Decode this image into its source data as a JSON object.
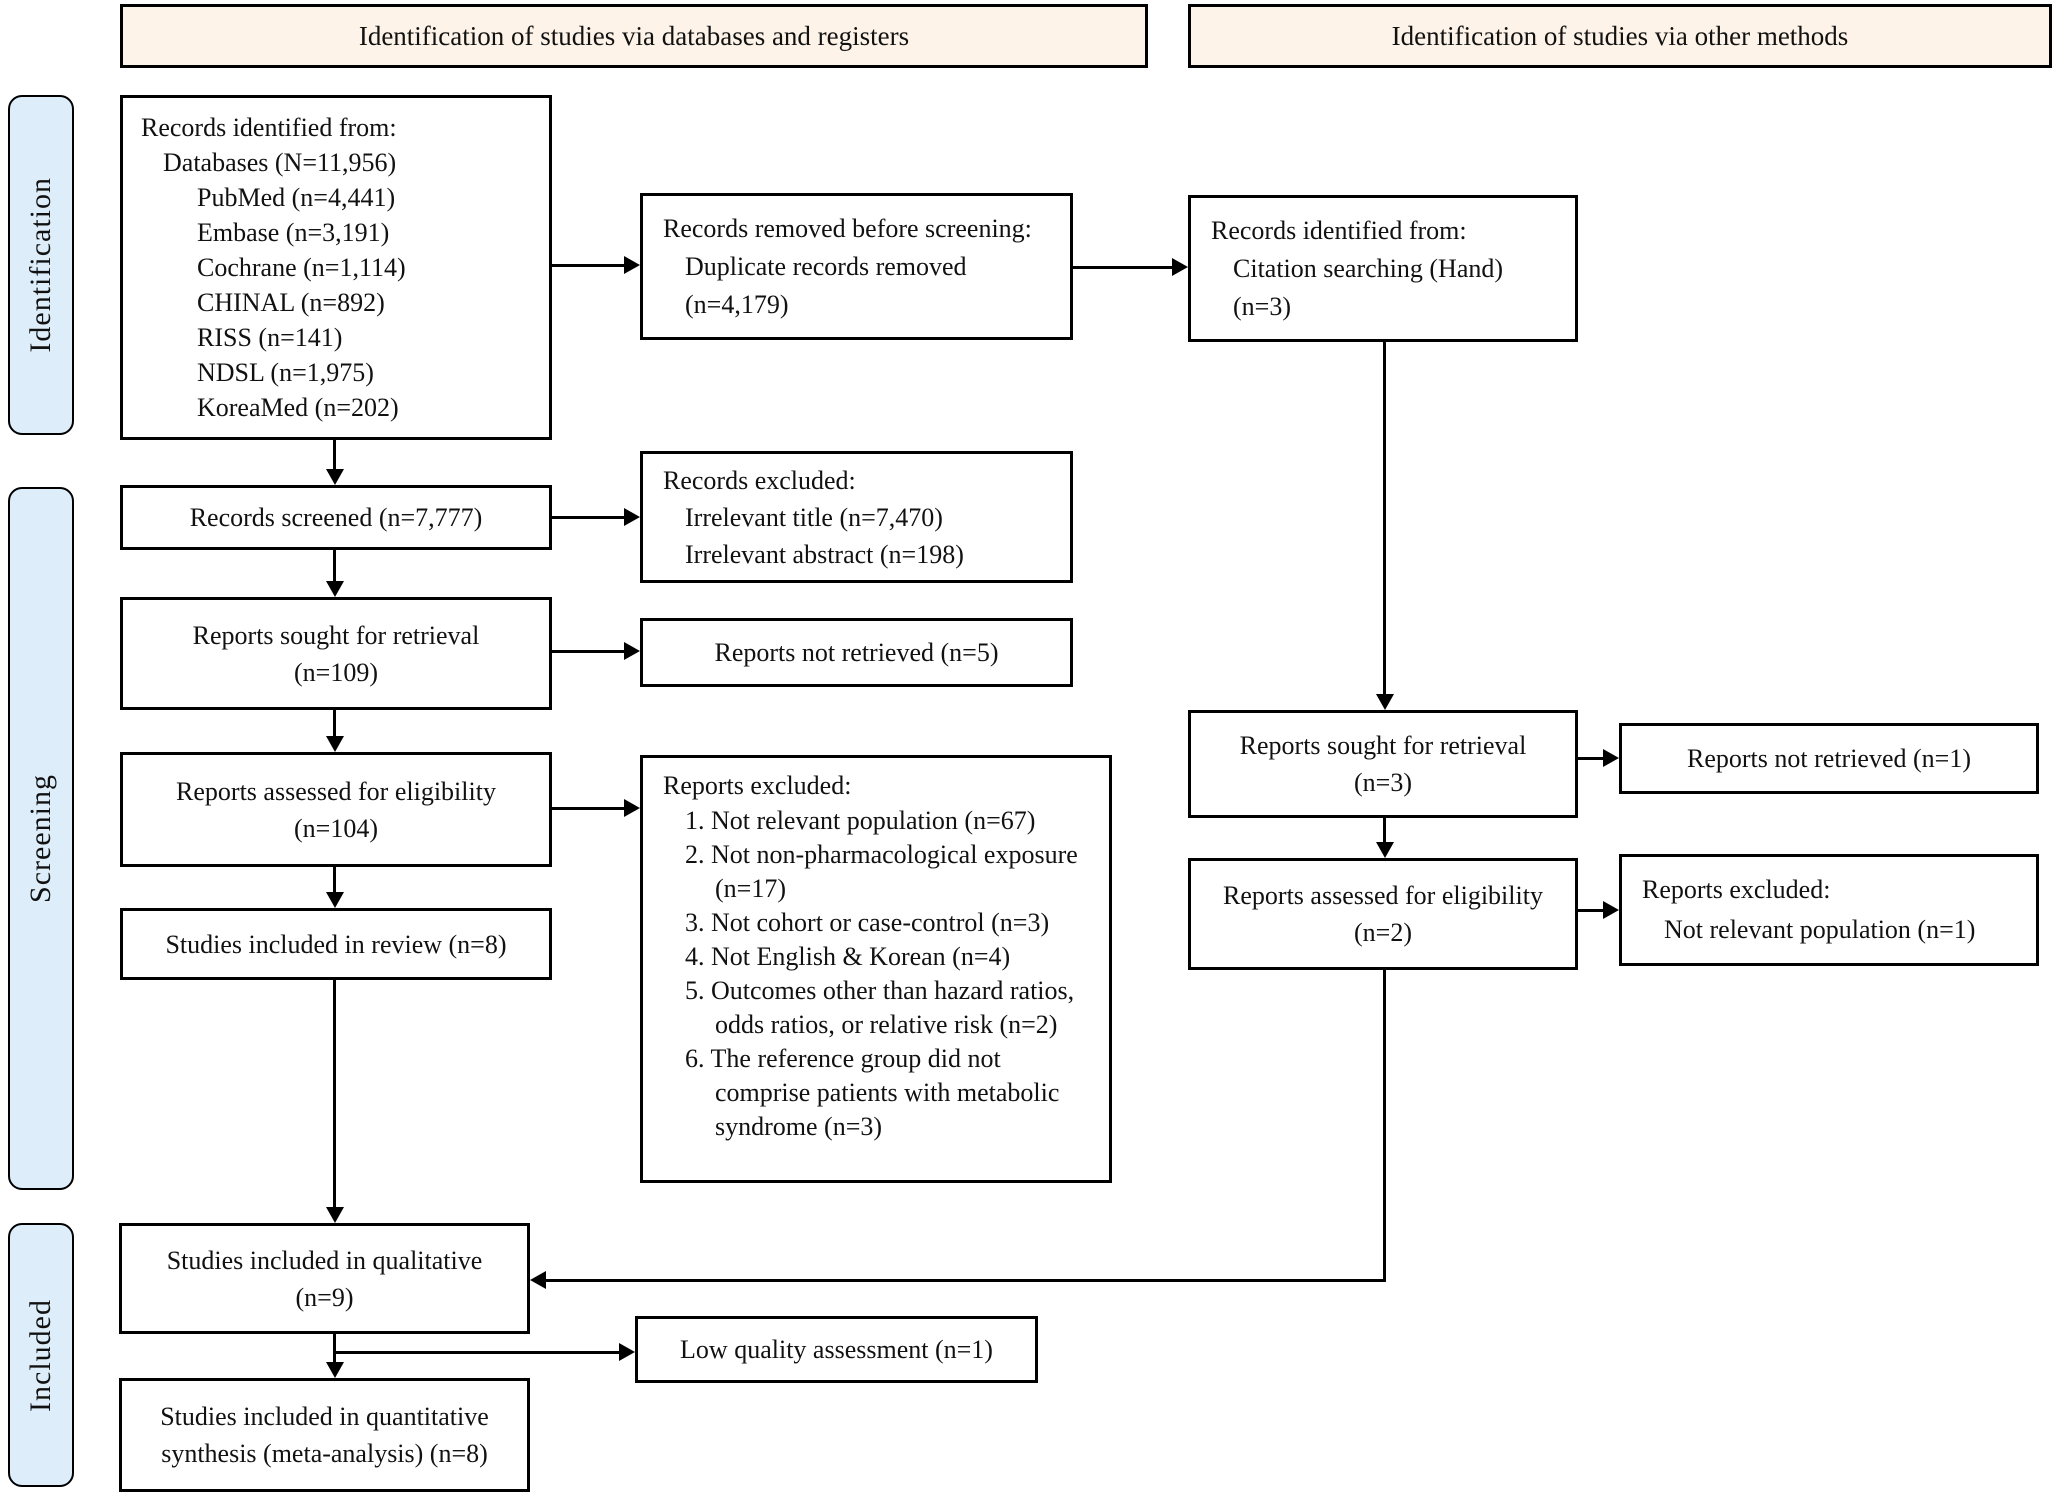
{
  "colors": {
    "header_bg": "#fdf3e8",
    "stage_bg": "#ddeefa",
    "border": "#000000"
  },
  "headers": {
    "databases": "Identification of studies via databases and registers",
    "other": "Identification of studies via other methods"
  },
  "stages": {
    "identification": "Identification",
    "screening": "Screening",
    "included": "Included"
  },
  "left": {
    "records_identified": {
      "lines": [
        "Records identified from:",
        "Databases (N=11,956)",
        "PubMed (n=4,441)",
        "Embase (n=3,191)",
        "Cochrane (n=1,114)",
        "CHINAL (n=892)",
        "RISS (n=141)",
        "NDSL (n=1,975)",
        "KoreaMed (n=202)"
      ]
    },
    "records_screened": "Records screened (n=7,777)",
    "reports_sought": "Reports sought for retrieval\n(n=109)",
    "reports_assessed": "Reports assessed for eligibility\n(n=104)",
    "studies_review": "Studies included in review (n=8)",
    "studies_qualitative": "Studies included in qualitative\n(n=9)",
    "studies_quantitative": "Studies included in quantitative\nsynthesis (meta-analysis) (n=8)"
  },
  "middle": {
    "records_removed": {
      "lines": [
        "Records removed before screening:",
        "Duplicate records removed",
        "(n=4,179)"
      ]
    },
    "records_excluded": {
      "lines": [
        "Records excluded:",
        "Irrelevant title (n=7,470)",
        "Irrelevant abstract (n=198)"
      ]
    },
    "reports_not_retrieved": "Reports not retrieved (n=5)",
    "reports_excluded": {
      "title": "Reports excluded:",
      "items": [
        "1. Not relevant population (n=67)",
        "2. Not non-pharmacological exposure (n=17)",
        "3. Not cohort or case-control (n=3)",
        "4. Not English & Korean (n=4)",
        "5. Outcomes other than hazard ratios, odds ratios, or relative risk (n=2)",
        "6. The reference group did not comprise patients with metabolic syndrome (n=3)"
      ]
    },
    "low_quality": "Low quality assessment (n=1)"
  },
  "right": {
    "records_identified_hand": {
      "lines": [
        "Records identified from:",
        "Citation searching (Hand)",
        "(n=3)"
      ]
    },
    "reports_sought": "Reports sought for retrieval\n(n=3)",
    "reports_assessed": "Reports assessed for eligibility\n(n=2)",
    "reports_not_retrieved": "Reports not retrieved (n=1)",
    "reports_excluded": {
      "lines": [
        "Reports excluded:",
        "Not relevant population (n=1)"
      ]
    }
  }
}
